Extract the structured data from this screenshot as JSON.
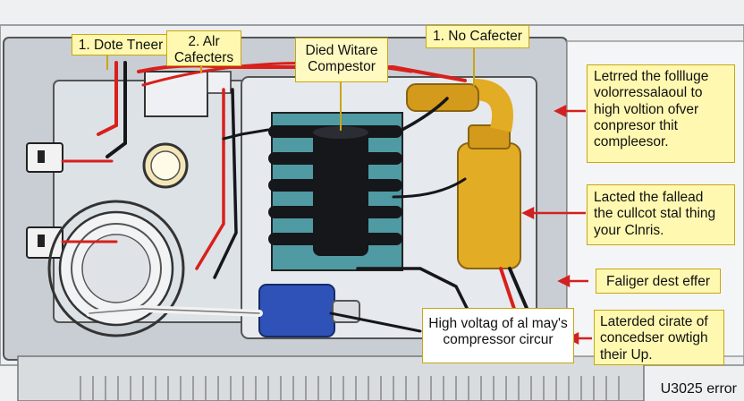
{
  "diagram": {
    "labels": {
      "timer": "1. Dote Tneer",
      "air_capacitors": [
        "2. Alr",
        "Cafecters"
      ],
      "compressor": [
        "Died Witare",
        "Compestor"
      ],
      "no_capacitor": "1. No Cafecter",
      "right_top": [
        "Letrred the follluge",
        "volorressalaoul to",
        "high voltion ofver",
        "conpresor thit",
        "compleesor."
      ],
      "right_mid": [
        "Lacted the fallead",
        "the cullcot stal thing",
        "your Clnris."
      ],
      "right_fault": "Faliger dest effer",
      "warning": [
        "High voltag of al may's",
        "compressor circur"
      ],
      "right_bottom": [
        "Laterded cirate of",
        "concedser owtigh",
        "their Up."
      ]
    },
    "error_code": "U3025 error",
    "colors": {
      "callout_fill": "#fff8b0",
      "callout_border": "#c9a514",
      "arrow_red": "#d32020",
      "wire_red": "#d8201c",
      "compressor_body": "#15171b",
      "coil_fins": "#4f9aa3",
      "capacitor_gold": "#e3ac25",
      "contactor_blue": "#2f52b8"
    }
  }
}
